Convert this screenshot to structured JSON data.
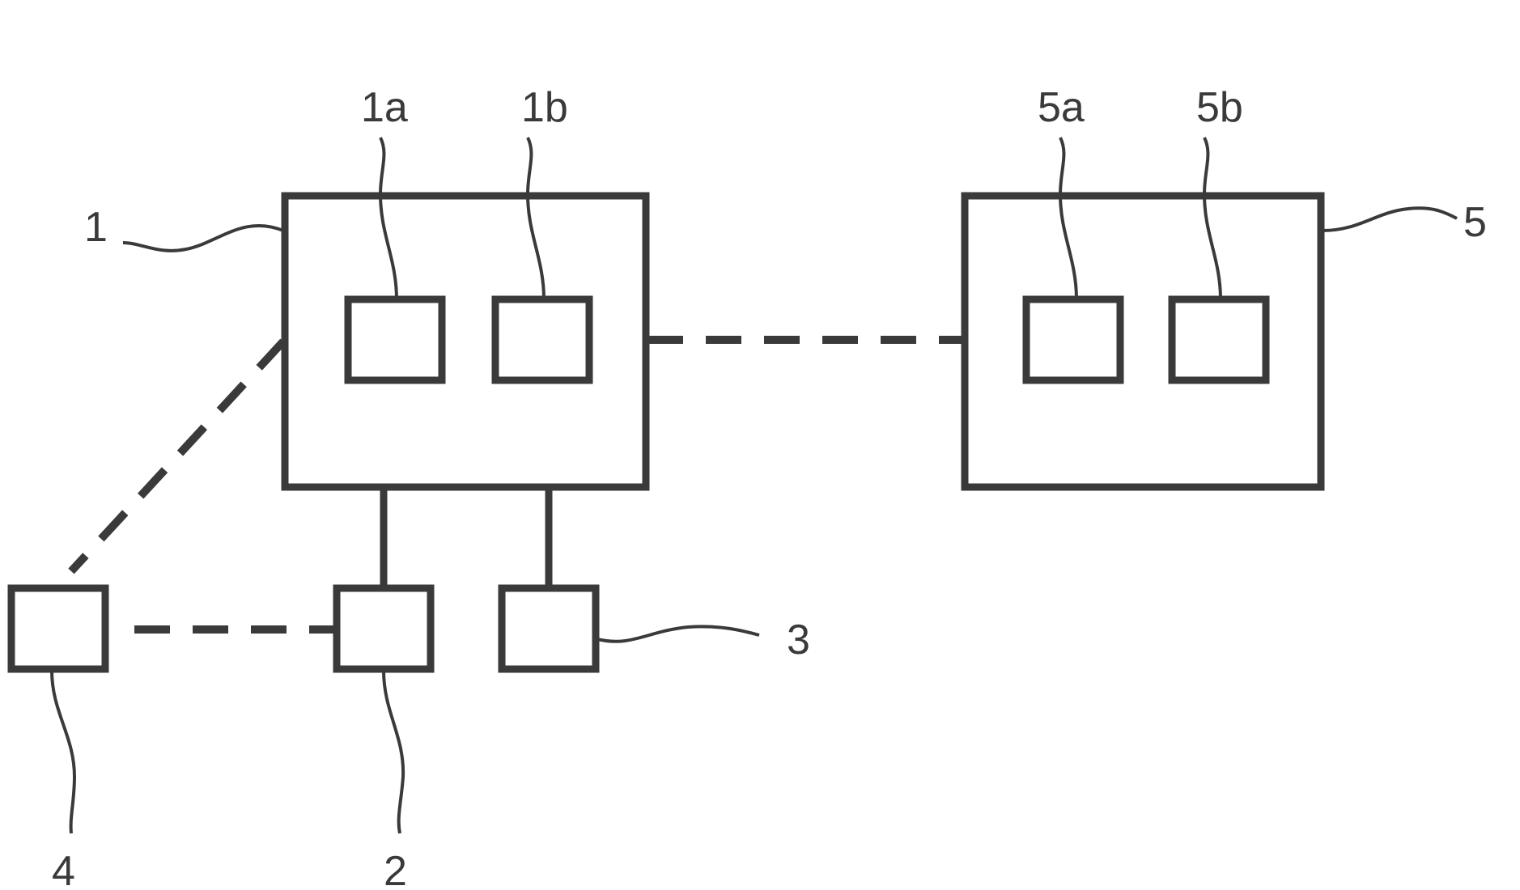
{
  "labels": {
    "unit_1": "1",
    "unit_1a": "1a",
    "unit_1b": "1b",
    "unit_2": "2",
    "unit_3": "3",
    "unit_4": "4",
    "unit_5": "5",
    "unit_5a": "5a",
    "unit_5b": "5b"
  },
  "colors": {
    "line": "#3a3a3a",
    "background": "#ffffff"
  }
}
